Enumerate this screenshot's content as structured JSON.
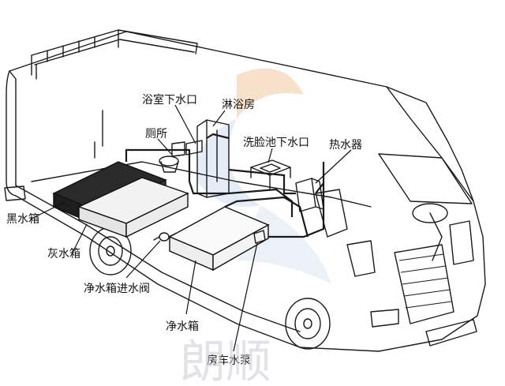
{
  "labels": {
    "bath_drain": "浴室下水口",
    "shower_room": "淋浴房",
    "toilet": "厕所",
    "sink_drain": "洗脸池下水口",
    "water_heater": "热水器",
    "black_water_tank": "黑水箱",
    "grey_water_tank": "灰水箱",
    "fresh_tank_inlet_valve": "净水箱进水阀",
    "fresh_water_tank": "净水箱",
    "rv_water_pump": "房车水泵"
  },
  "watermark": "朗顺",
  "colors": {
    "outline": "#1a1a1a",
    "black_tank": "#2a2a2a",
    "watermark_orange": "#f2c9a0",
    "watermark_blue": "#cfe0ef"
  }
}
